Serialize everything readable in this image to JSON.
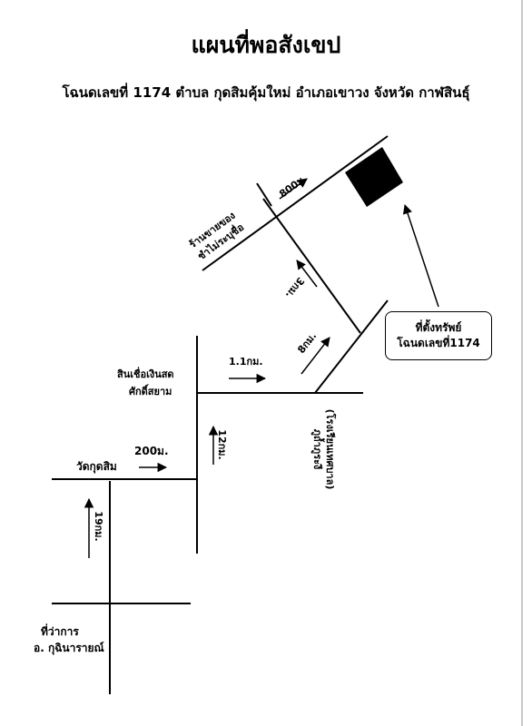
{
  "title": "แผนที่พอสังเขป",
  "subtitle": "โฉนดเลขที่ 1174 ตำบล กุดสิมคุ้มใหม่ อำเภอเขาวง จังหวัด กาฬสินธุ์",
  "property_callout": {
    "line1": "ที่ตั้งทรัพย์",
    "line2": "โฉนดเลขที่1174"
  },
  "landmarks": {
    "district_office": {
      "line1": "ที่ว่าการ",
      "line2": "อ. กุฉินารายณ์"
    },
    "temple": "วัดกุดสิม",
    "finance_shop": {
      "line1": "สินเชื่อเงินสด",
      "line2": "ศักดิ์สยาม"
    },
    "grocery_shop": {
      "line1": "ร้านขายของ",
      "line2": "ชำไม่ระบุชื่อ"
    },
    "school": {
      "line1": "ภูถ้ำภูระงี",
      "line2": "(โรงเรียนเทศบาล)"
    }
  },
  "distances": {
    "d19km": "19กม.",
    "d200m": "200ม.",
    "d12km": "12กม.",
    "d1_1km": "1.1กม.",
    "d8km": "8กม.",
    "d3km": "3กม.",
    "d800m": "800ม."
  },
  "colors": {
    "line": "#000000",
    "property_fill": "#000000",
    "background": "#ffffff"
  },
  "icons": {
    "property_marker": "filled-square",
    "direction": "arrow"
  }
}
